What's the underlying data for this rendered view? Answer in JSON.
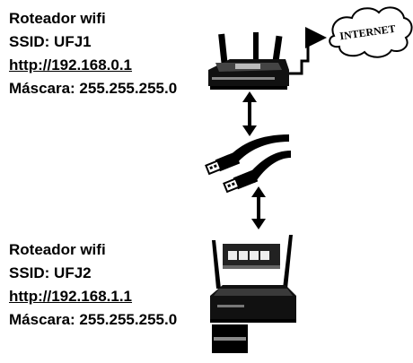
{
  "router1": {
    "title": "Roteador wifi",
    "ssid": "SSID: UFJ1",
    "url": "http://192.168.0.1",
    "mask": "Máscara: 255.255.255.0"
  },
  "router2": {
    "title": "Roteador wifi",
    "ssid": "SSID: UFJ2",
    "url": "http://192.168.1.1",
    "mask": "Máscara: 255.255.255.0"
  },
  "internet": {
    "label": "INTERNET"
  },
  "icons": {
    "router_top": "wifi-router-icon",
    "router_bottom": "wifi-router-icon",
    "cloud": "cloud-icon",
    "cable": "usb-cable-icon",
    "arrows": "double-arrow-icon"
  },
  "colors": {
    "ink": "#000000",
    "background": "#ffffff"
  }
}
